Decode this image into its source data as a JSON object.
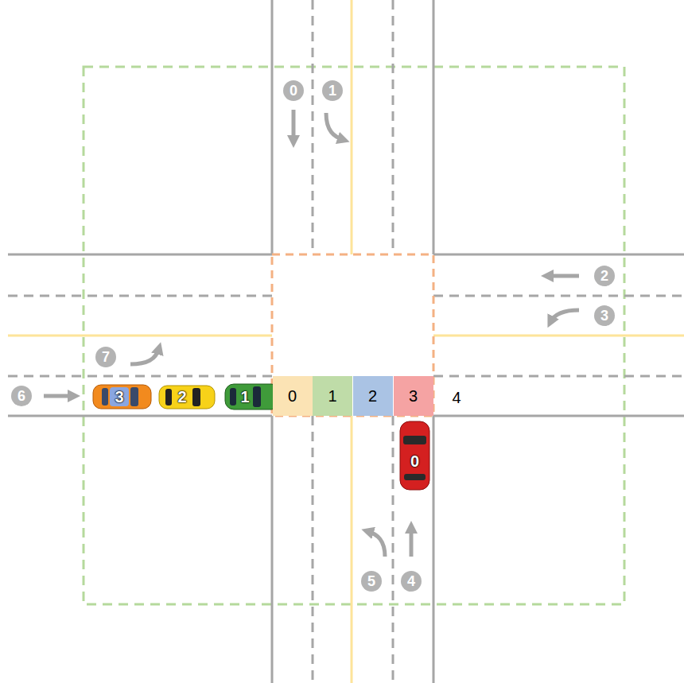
{
  "diagram": {
    "nodes": [
      {
        "text": [
          "3"
        ]
      },
      {
        "text": [
          "2"
        ]
      },
      {
        "text": [
          "1"
        ]
      },
      {
        "text": [
          "0"
        ]
      },
      {
        "text": [
          "1"
        ]
      },
      {
        "text": [
          "2"
        ]
      },
      {
        "text": [
          "3"
        ]
      },
      {
        "text": [
          "0"
        ]
      }
    ],
    "labels": [
      "0",
      "1",
      "2",
      "3",
      "7",
      "6",
      "4",
      "5",
      "4"
    ]
  }
}
